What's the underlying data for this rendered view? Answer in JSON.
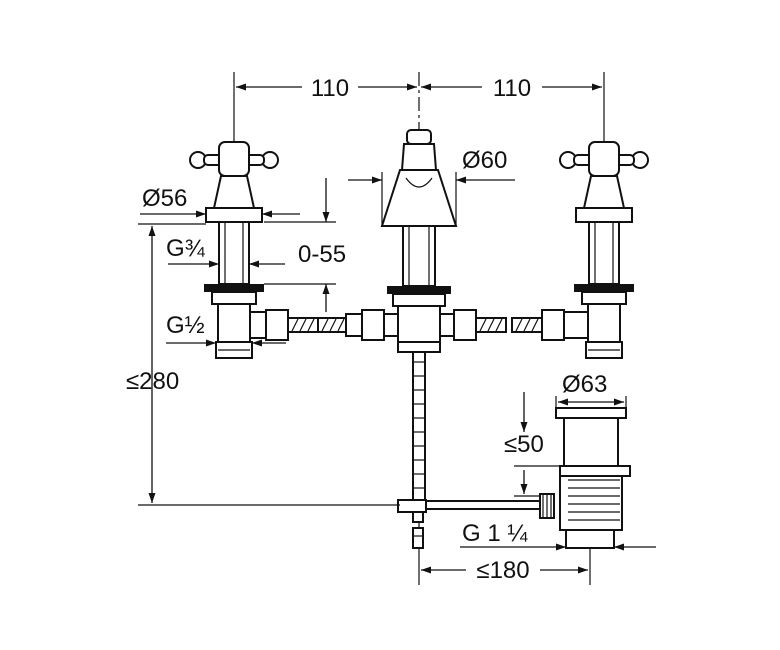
{
  "dimensions": {
    "spacing_left": "110",
    "spacing_right": "110",
    "spout_diameter": "Ø60",
    "handle_diameter": "Ø56",
    "inlet_thread": "G¾",
    "adjust_range": "0-55",
    "connection_thread": "G½",
    "total_height": "≤280",
    "drain_diameter": "Ø63",
    "drain_height": "≤50",
    "drain_thread": "G 1 ¼",
    "rod_length": "≤180"
  }
}
